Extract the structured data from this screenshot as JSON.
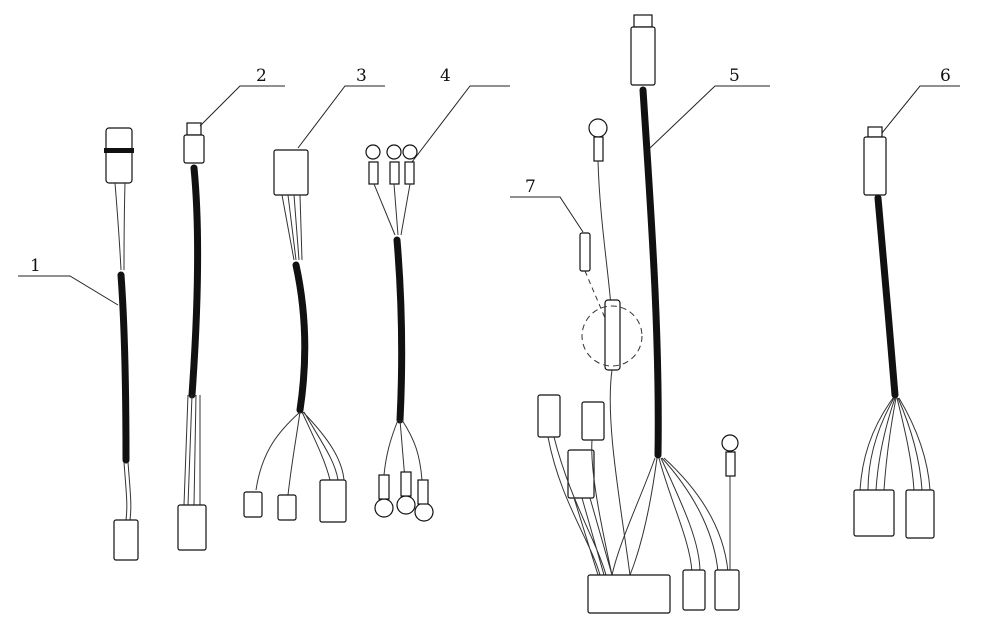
{
  "diagram": {
    "type": "wiring harness parts diagram",
    "callouts": [
      {
        "id": "1",
        "label": "1"
      },
      {
        "id": "2",
        "label": "2"
      },
      {
        "id": "3",
        "label": "3"
      },
      {
        "id": "4",
        "label": "4"
      },
      {
        "id": "5",
        "label": "5"
      },
      {
        "id": "6",
        "label": "6"
      },
      {
        "id": "7",
        "label": "7"
      }
    ]
  }
}
